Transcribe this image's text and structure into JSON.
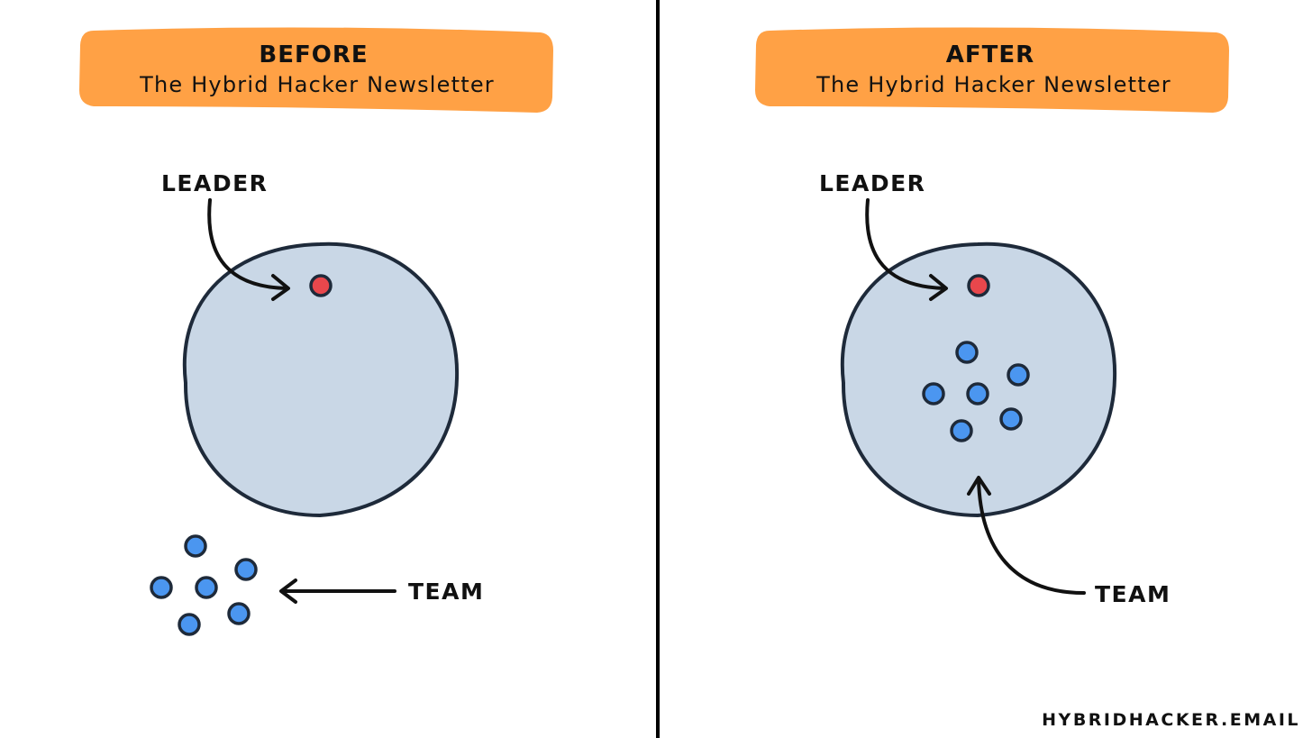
{
  "panels": {
    "before": {
      "title": "BEFORE",
      "subtitle": "The Hybrid Hacker Newsletter",
      "leader_label": "LEADER",
      "team_label": "TEAM"
    },
    "after": {
      "title": "AFTER",
      "subtitle": "The Hybrid Hacker Newsletter",
      "leader_label": "LEADER",
      "team_label": "TEAM"
    }
  },
  "footer": {
    "site": "HYBRIDHACKER.EMAIL"
  },
  "colors": {
    "banner": "#ffa145",
    "circle_fill": "#c9d7e6",
    "outline": "#1e2a3a",
    "leader_dot": "#e8474c",
    "team_dot": "#4b96f0",
    "text": "#111111"
  }
}
